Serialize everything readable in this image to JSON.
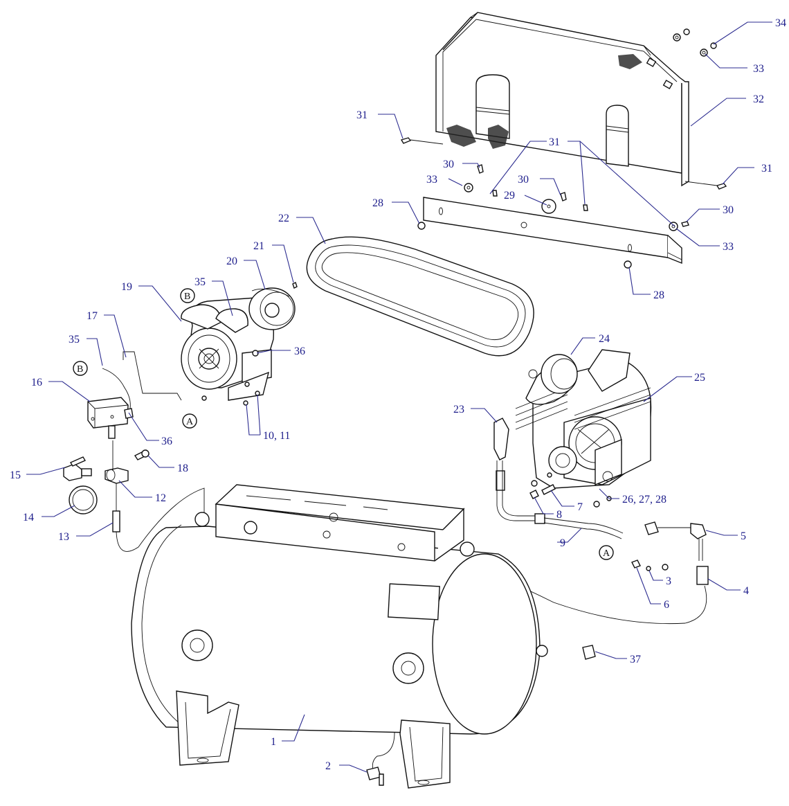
{
  "diagram": {
    "colors": {
      "label": "#1c1c8a",
      "line": "#111111",
      "background": "#ffffff"
    },
    "labels": [
      {
        "id": "l34",
        "text": "34"
      },
      {
        "id": "l33a",
        "text": "33"
      },
      {
        "id": "l32",
        "text": "32"
      },
      {
        "id": "l31a",
        "text": "31"
      },
      {
        "id": "l31b",
        "text": "31"
      },
      {
        "id": "l31c",
        "text": "31"
      },
      {
        "id": "l30a",
        "text": "30"
      },
      {
        "id": "l33b",
        "text": "33"
      },
      {
        "id": "l30b",
        "text": "30"
      },
      {
        "id": "l29",
        "text": "29"
      },
      {
        "id": "l28a",
        "text": "28"
      },
      {
        "id": "l30c",
        "text": "30"
      },
      {
        "id": "l33c",
        "text": "33"
      },
      {
        "id": "l22",
        "text": "22"
      },
      {
        "id": "l21",
        "text": "21"
      },
      {
        "id": "l20",
        "text": "20"
      },
      {
        "id": "l28b",
        "text": "28"
      },
      {
        "id": "l19",
        "text": "19"
      },
      {
        "id": "l35a",
        "text": "35"
      },
      {
        "id": "l17",
        "text": "17"
      },
      {
        "id": "l36a",
        "text": "36"
      },
      {
        "id": "l35b",
        "text": "35"
      },
      {
        "id": "l24",
        "text": "24"
      },
      {
        "id": "l16",
        "text": "16"
      },
      {
        "id": "l25",
        "text": "25"
      },
      {
        "id": "l36b",
        "text": "36"
      },
      {
        "id": "l23",
        "text": "23"
      },
      {
        "id": "l10",
        "text": "10, 11"
      },
      {
        "id": "l18",
        "text": "18"
      },
      {
        "id": "l15",
        "text": "15"
      },
      {
        "id": "l12",
        "text": "12"
      },
      {
        "id": "l7",
        "text": "7"
      },
      {
        "id": "l26",
        "text": "26, 27, 28"
      },
      {
        "id": "l14",
        "text": "14"
      },
      {
        "id": "l8",
        "text": "8"
      },
      {
        "id": "l13",
        "text": "13"
      },
      {
        "id": "l9",
        "text": "9"
      },
      {
        "id": "l5",
        "text": "5"
      },
      {
        "id": "l3",
        "text": "3"
      },
      {
        "id": "l4",
        "text": "4"
      },
      {
        "id": "l6",
        "text": "6"
      },
      {
        "id": "l37",
        "text": "37"
      },
      {
        "id": "l1",
        "text": "1"
      },
      {
        "id": "l2",
        "text": "2"
      }
    ],
    "callouts": {
      "a_pressure_switch": "A",
      "a_check_valve": "A",
      "b_motor": "B",
      "b_switch": "B"
    }
  }
}
